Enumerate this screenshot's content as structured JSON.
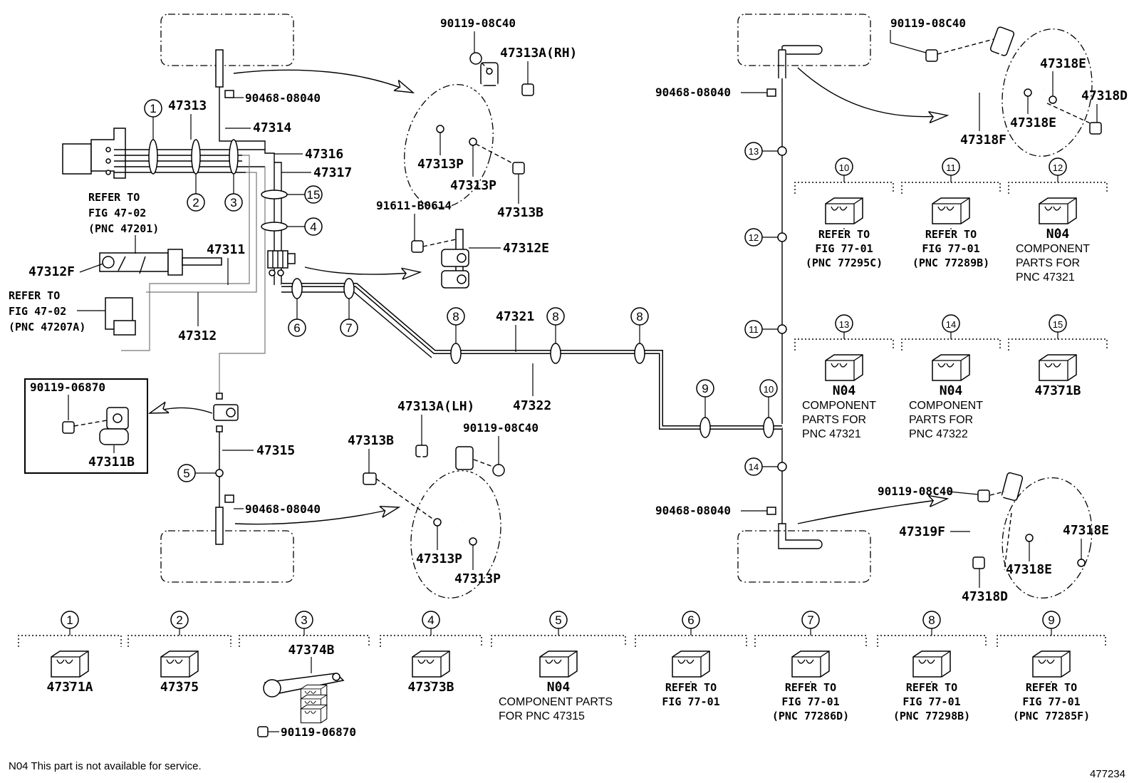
{
  "figure_id": "477234",
  "footnote": "N04 This part is not available for service.",
  "labels": {
    "p47313": "47313",
    "p47314": "47314",
    "p47316": "47316",
    "p47317": "47317",
    "p47311": "47311",
    "p47312": "47312",
    "p47312F": "47312F",
    "p47312E": "47312E",
    "p47315": "47315",
    "p47311B": "47311B",
    "p90119_06870_box": "90119-06870",
    "p90468_top_left": "90468-08040",
    "p90468_bottom_left": "90468-08040",
    "p90468_top_right": "90468-08040",
    "p90468_bottom_right": "90468-08040",
    "p47321": "47321",
    "p47322": "47322",
    "p91611": "91611-B0614",
    "rh_bolt": "90119-08C40",
    "rh_hose": "47313A(RH)",
    "rh_washer1": "47313P",
    "rh_washer2": "47313P",
    "rh_bolt2": "47313B",
    "lh_hose": "47313A(LH)",
    "lh_bolt": "90119-08C40",
    "lh_bolt2": "47313B",
    "lh_washer1": "47313P",
    "lh_washer2": "47313P",
    "rr_bolt": "90119-08C40",
    "rr_washer1": "47318E",
    "rr_washer2": "47318E",
    "rr_bolt2": "47318D",
    "rr_hose": "47318F",
    "rl_bolt": "90119-08C40",
    "rl_hose": "47319F",
    "rl_washer1": "47318E",
    "rl_washer2": "47318E",
    "rl_bolt2": "47318D"
  },
  "refer_left_top": [
    "REFER TO",
    "FIG 47-02",
    "(PNC 47201)"
  ],
  "refer_left_mid": [
    "REFER TO",
    "FIG 47-02",
    "(PNC 47207A)"
  ],
  "circled_numbers": {
    "c1": "1",
    "c2": "2",
    "c3": "3",
    "c4": "4",
    "c5": "5",
    "c6": "6",
    "c7": "7",
    "c8a": "8",
    "c8b": "8",
    "c8c": "8",
    "c9": "9",
    "c10": "10",
    "c11": "11",
    "c12": "12",
    "c13": "13",
    "c14": "14",
    "c15": "15"
  },
  "clip_panels_right": [
    {
      "num": "10",
      "lines": [
        "REFER TO",
        "FIG 77-01",
        "(PNC 77295C)"
      ],
      "style": "refer"
    },
    {
      "num": "11",
      "lines": [
        "REFER TO",
        "FIG 77-01",
        "(PNC 77289B)"
      ],
      "style": "refer"
    },
    {
      "num": "12",
      "lines": [
        "N04",
        "COMPONENT",
        "PARTS FOR",
        "PNC 47321"
      ],
      "style": "comp"
    },
    {
      "num": "13",
      "lines": [
        "N04",
        "COMPONENT",
        "PARTS FOR",
        "PNC 47321"
      ],
      "style": "comp"
    },
    {
      "num": "14",
      "lines": [
        "N04",
        "COMPONENT",
        "PARTS FOR",
        "PNC 47322"
      ],
      "style": "comp"
    },
    {
      "num": "15",
      "lines": [
        "47371B"
      ],
      "style": "part"
    }
  ],
  "clip_panels_bottom": [
    {
      "num": "1",
      "lines": [
        "47371A"
      ],
      "style": "part"
    },
    {
      "num": "2",
      "lines": [
        "47375"
      ],
      "style": "part"
    },
    {
      "num": "3",
      "lines": [
        "47374B",
        "90119-06870"
      ],
      "style": "part3"
    },
    {
      "num": "4",
      "lines": [
        "47373B"
      ],
      "style": "part"
    },
    {
      "num": "5",
      "lines": [
        "N04",
        "COMPONENT PARTS",
        "FOR PNC 47315"
      ],
      "style": "comp"
    },
    {
      "num": "6",
      "lines": [
        "REFER TO",
        "FIG 77-01"
      ],
      "style": "refer"
    },
    {
      "num": "7",
      "lines": [
        "REFER TO",
        "FIG 77-01",
        "(PNC 77286D)"
      ],
      "style": "refer"
    },
    {
      "num": "8",
      "lines": [
        "REFER TO",
        "FIG 77-01",
        "(PNC 77298B)"
      ],
      "style": "refer"
    },
    {
      "num": "9",
      "lines": [
        "REFER TO",
        "FIG 77-01",
        "(PNC 77285F)"
      ],
      "style": "refer"
    }
  ]
}
